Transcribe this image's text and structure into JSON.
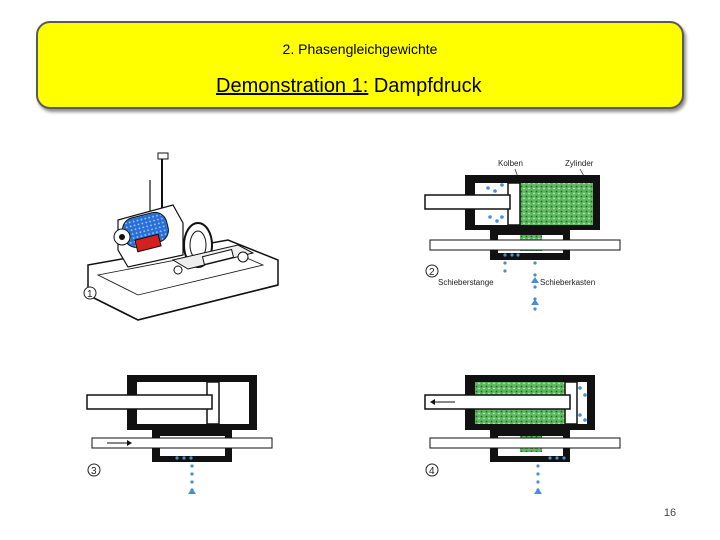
{
  "slide": {
    "subtitle": "2. Phasengleichgewichte",
    "heading_prefix": "Demonstration 1:",
    "heading_rest": " Dampfdruck",
    "page_number": "16"
  },
  "figures": {
    "fig1": {
      "number": "1"
    },
    "fig2": {
      "number": "2",
      "label_piston": "Kolben",
      "label_cylinder": "Zylinder",
      "label_rod": "Schieberstange",
      "label_box": "Schieberkasten"
    },
    "fig3": {
      "number": "3"
    },
    "fig4": {
      "number": "4"
    }
  },
  "colors": {
    "title_bg": "#ffff00",
    "steam": "#3aa84a",
    "flow": "#4a8fd6",
    "metal": "#111111"
  }
}
